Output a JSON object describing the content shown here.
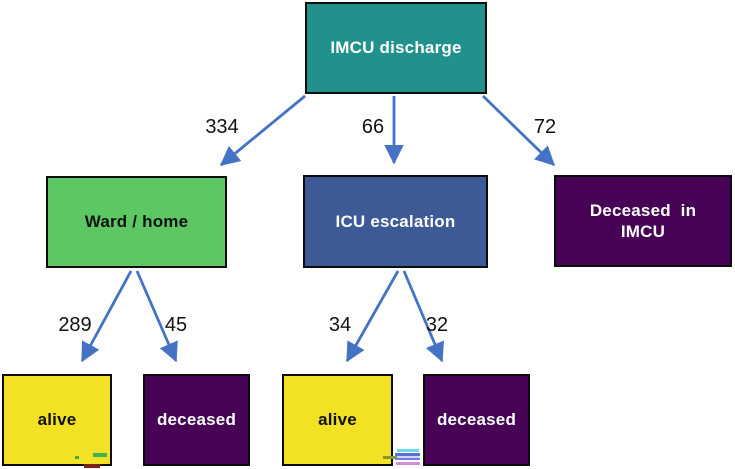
{
  "figure": {
    "description": "Flow diagram of IMCU discharge outcomes"
  },
  "colors": {
    "arrow": "#4472c4",
    "box_border": "#0d0d0d",
    "teal": "#21928b",
    "green": "#5dc863",
    "steel_blue": "#3d5a96",
    "dark_purple": "#470457",
    "yellow": "#f3e125"
  },
  "nodes": {
    "imcu_discharge": {
      "label": "IMCU discharge",
      "bg": "#21928b",
      "fg": "#ffffff"
    },
    "ward_home": {
      "label": "Ward / home",
      "bg": "#5dc863",
      "fg": "#111111"
    },
    "icu_escalation": {
      "label": "ICU escalation",
      "bg": "#3d5a96",
      "fg": "#ffffff"
    },
    "deceased_imcu": {
      "label": "Deceased  in\nIMCU",
      "bg": "#470457",
      "fg": "#ffffff"
    },
    "alive_ward": {
      "label": "alive",
      "bg": "#f3e125",
      "fg": "#111111"
    },
    "deceased_ward": {
      "label": "deceased",
      "bg": "#470457",
      "fg": "#ffffff"
    },
    "alive_icu": {
      "label": "alive",
      "bg": "#f3e125",
      "fg": "#111111"
    },
    "deceased_icu": {
      "label": "deceased",
      "bg": "#470457",
      "fg": "#ffffff"
    }
  },
  "edges": {
    "imcu_to_ward": {
      "count": "334"
    },
    "imcu_to_icu": {
      "count": "66"
    },
    "imcu_to_deceased": {
      "count": "72"
    },
    "ward_to_alive": {
      "count": "289"
    },
    "ward_to_deceased": {
      "count": "45"
    },
    "icu_to_alive": {
      "count": "34"
    },
    "icu_to_deceased": {
      "count": "32"
    }
  }
}
